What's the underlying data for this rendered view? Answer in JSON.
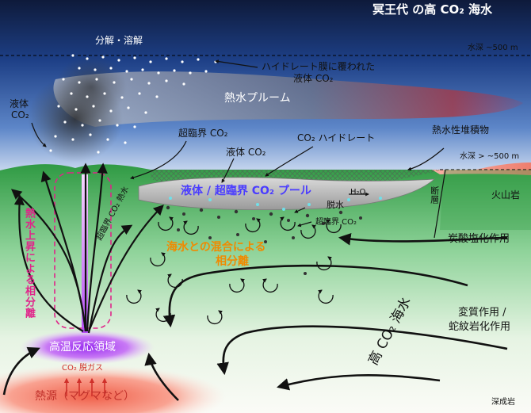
{
  "title": "冥王代 の高 CO₂ 海水",
  "labels": {
    "decompose": "分解・溶解",
    "depth_500": "水深 ~500 m",
    "hydrate_film_1": "ハイドレート膜に覆われた",
    "hydrate_film_2": "液体 CO₂",
    "plume": "熱水プルーム",
    "liquid_co2_left_1": "液体",
    "liquid_co2_left_2": "CO₂",
    "supercritical_co2": "超臨界 CO₂",
    "liquid_co2_mid": "液体 CO₂",
    "co2_hydrate": "CO₂ ハイドレート",
    "hydrothermal_sediment": "熱水性堆積物",
    "depth_gt500": "水深 > ~500 m",
    "pool": "液体 / 超臨界 CO₂ プール",
    "h2o": "H₂O",
    "dehydration": "脱水",
    "supercritical_small": "超臨界 CO₂",
    "fault": "断層",
    "volcanic_rock": "火山岩",
    "carbonation": "炭酸塩化作用",
    "mixing_1": "海水との混合による",
    "mixing_2": "相分離",
    "vertical_left": "熱水上昇による相分離",
    "supercritical_fluid": "超臨界 CO₂ 熱水",
    "high_co2_seawater": "高 CO₂ 海水",
    "alteration_1": "変質作用 /",
    "alteration_2": "蛇紋岩化作用",
    "high_temp_zone": "高温反応領域",
    "degassing": "CO₂ 脱ガス",
    "heat_source": "熱源（マグマなど）",
    "plutonic_rock": "深成岩"
  },
  "colors": {
    "pool_text": "#4a3cff",
    "mixing_text": "#f08a00",
    "vertical_text": "#e0248a",
    "zone_text": "#ffffff"
  }
}
